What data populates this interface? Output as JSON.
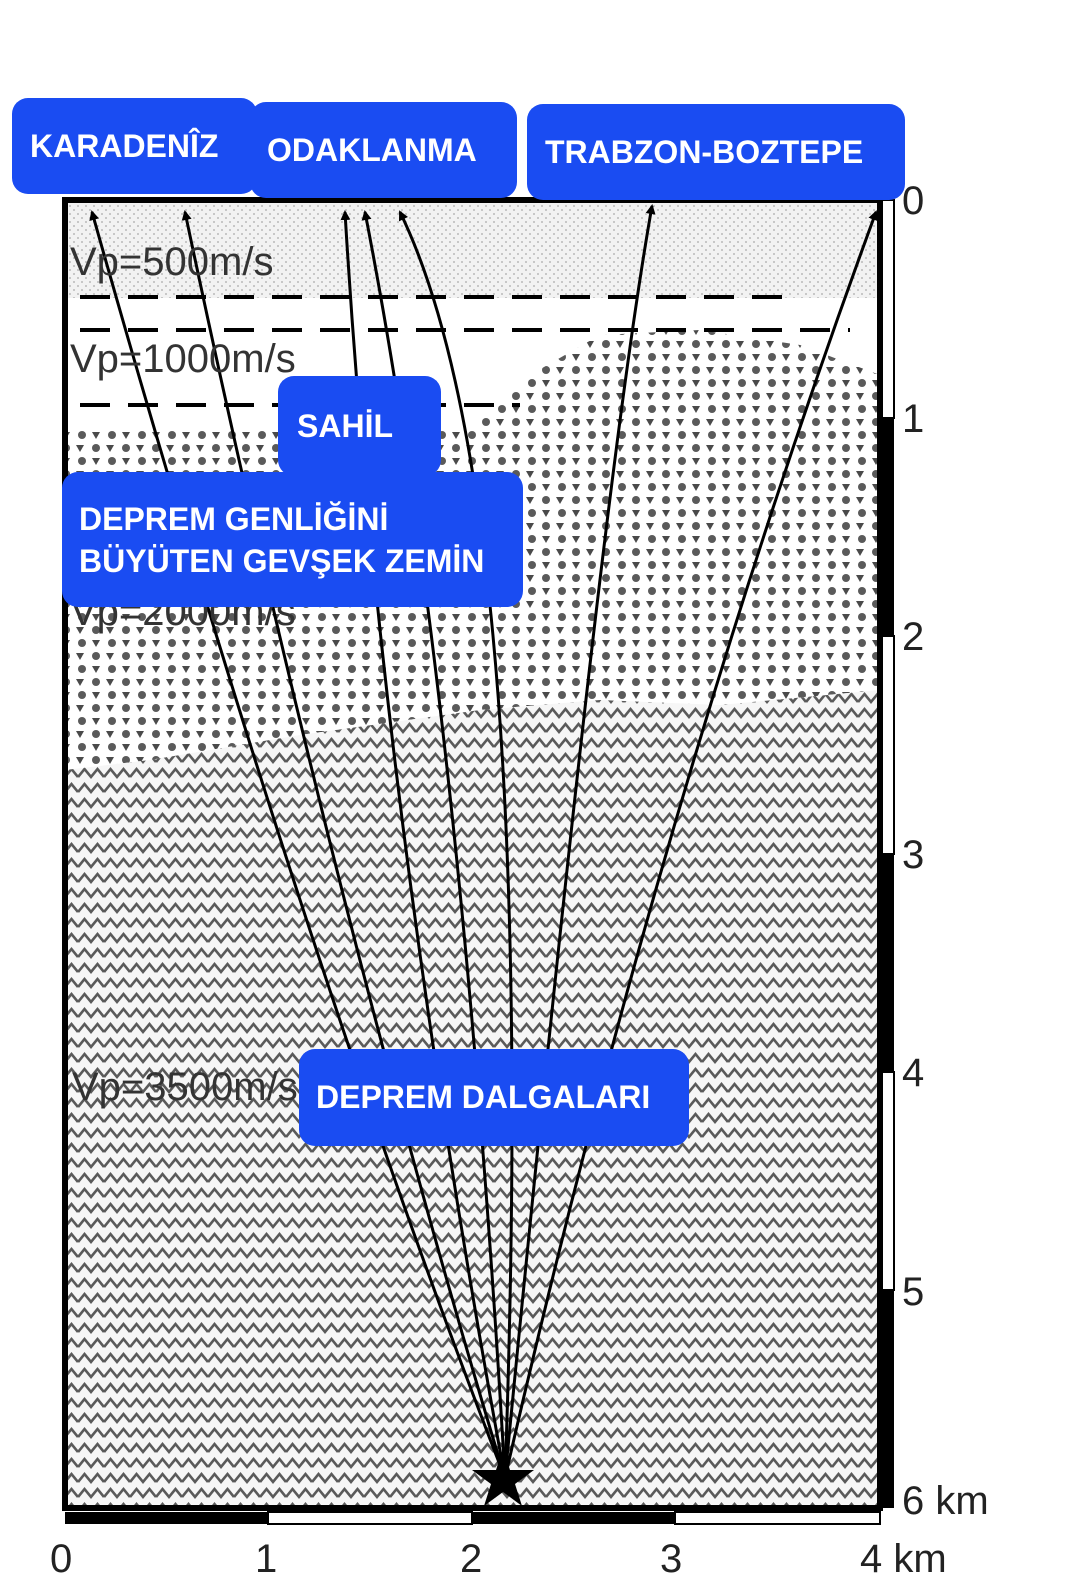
{
  "tags": {
    "karadeniz": "KARADENÎZ",
    "odaklanma": "ODAKLANMA",
    "trabzon": "TRABZON-BOZTEPE",
    "sahil": "SAHİL",
    "gevsek_line1": "DEPREM GENLİĞİNİ",
    "gevsek_line2": "BÜYÜTEN GEVŞEK ZEMİN",
    "dalgalar": "DEPREM DALGALARI"
  },
  "layers": {
    "vp500": "Vp=500m/s",
    "vp1000": "Vp=1000m/s",
    "vp2000": "Vp=2000m/s",
    "vp3500": "Vp=3500m/s"
  },
  "x_axis": {
    "ticks": [
      "0",
      "1",
      "2",
      "3",
      "4 km"
    ]
  },
  "y_axis": {
    "ticks": [
      "0",
      "1",
      "2",
      "3",
      "4",
      "5",
      "6 km"
    ]
  },
  "colors": {
    "tag_background": "#1a4cf2",
    "tag_text": "#ffffff",
    "ray": "#000000"
  }
}
